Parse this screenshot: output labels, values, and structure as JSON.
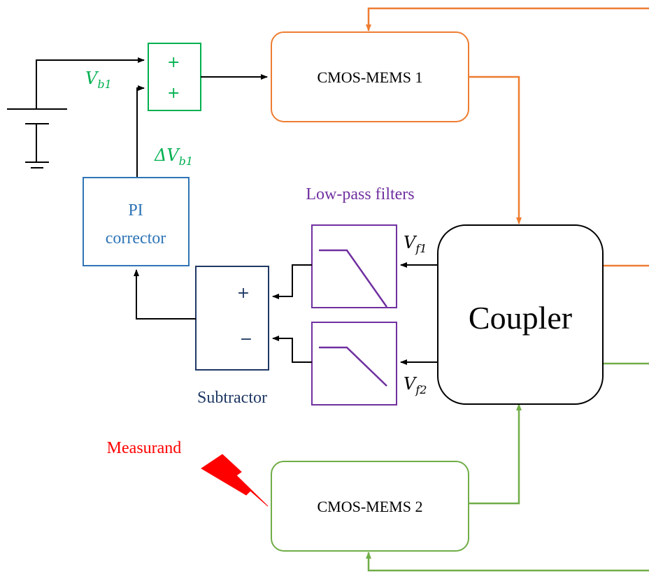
{
  "blocks": {
    "mems1": "CMOS-MEMS 1",
    "mems2": "CMOS-MEMS 2",
    "coupler": "Coupler",
    "pi_line1": "PI",
    "pi_line2": "corrector",
    "subtractor": "Subtractor",
    "low_pass": "Low-pass filters",
    "measurand": "Measurand"
  },
  "signs": {
    "adder_top": "+",
    "adder_bottom": "+",
    "sub_top": "+",
    "sub_bottom": "−"
  },
  "signals": {
    "vb1": {
      "main": "V",
      "sub": "b1"
    },
    "dvb1": {
      "main": "ΔV",
      "sub": "b1"
    },
    "vf1": {
      "main": "V",
      "sub": "f1"
    },
    "vf2": {
      "main": "V",
      "sub": "f2"
    }
  },
  "colors": {
    "orange": "#ED7D31",
    "green_path": "#70AD47",
    "adder_green": "#00B050",
    "pi_blue": "#2E75B6",
    "navy": "#1F3864",
    "purple": "#7030A0",
    "red": "#FF0000",
    "black": "#000000"
  }
}
